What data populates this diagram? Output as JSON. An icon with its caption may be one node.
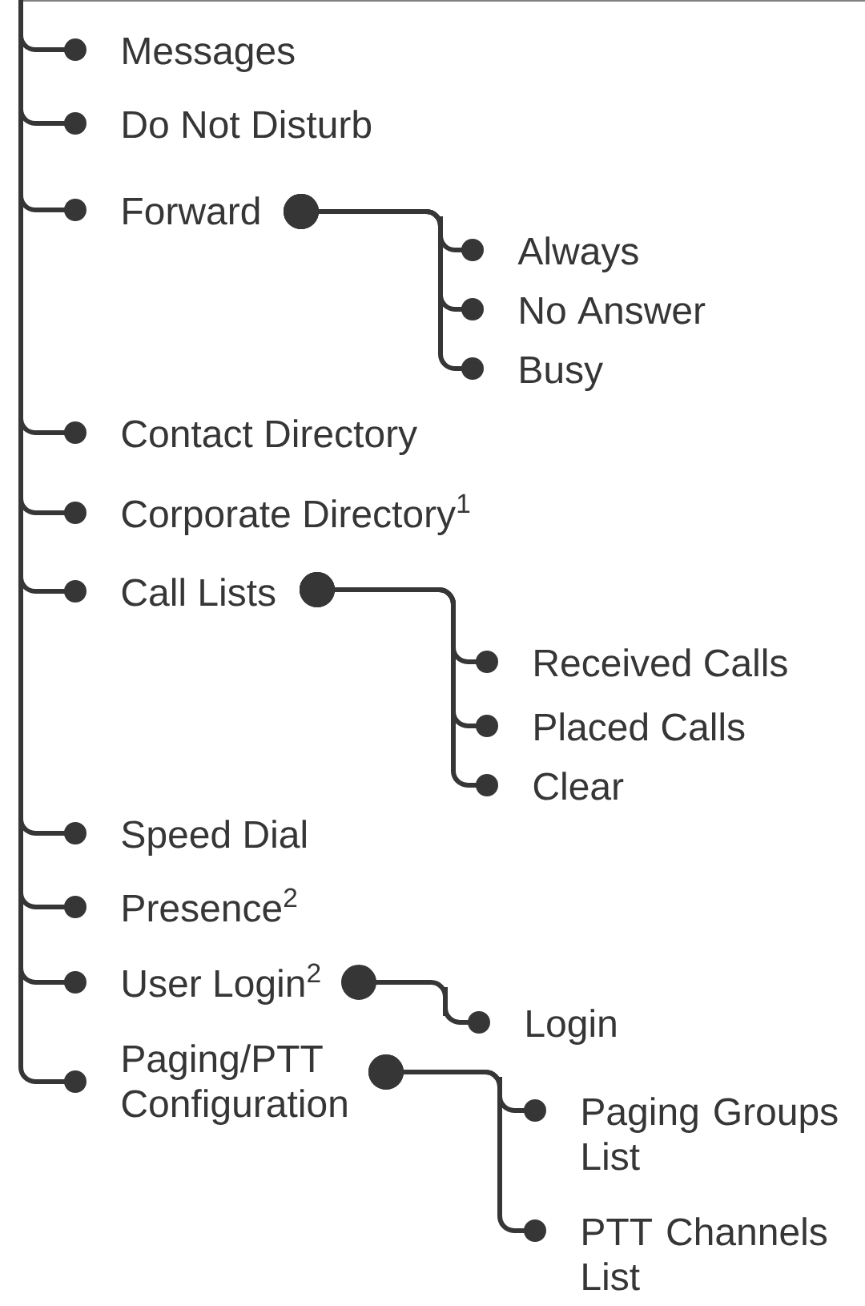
{
  "diagram": {
    "nodes": [
      {
        "text": [
          "Messages"
        ]
      },
      {
        "text": [
          "Do Not Disturb"
        ]
      },
      {
        "text": [
          "Forward"
        ]
      },
      {
        "text": [
          "Always"
        ]
      },
      {
        "text": [
          "No Answer"
        ]
      },
      {
        "text": [
          "Busy"
        ]
      },
      {
        "text": [
          "Contact Directory"
        ]
      },
      {
        "text": [
          "Corporate Directory$^{1}$"
        ]
      },
      {
        "text": [
          "Call Lists"
        ]
      },
      {
        "text": [
          "Received Calls"
        ]
      },
      {
        "text": [
          "Placed Calls"
        ]
      },
      {
        "text": [
          "Clear"
        ]
      },
      {
        "text": [
          "Speed Dial"
        ]
      },
      {
        "text": [
          "Presence$^{2}$"
        ]
      },
      {
        "text": [
          "User Login$^{2}$"
        ]
      },
      {
        "text": [
          "Login"
        ]
      },
      {
        "text": [
          "Paging/PTT Configuration"
        ]
      },
      {
        "text": [
          "Paging Groups List"
        ]
      },
      {
        "text": [
          "PTT Channels List"
        ]
      }
    ],
    "edges": [
      {
        "from": null,
        "to": 0,
        "arrow": "other"
      },
      {
        "from": null,
        "to": 1,
        "arrow": "other"
      },
      {
        "from": null,
        "to": 2,
        "arrow": "other"
      },
      {
        "from": 2,
        "to": 3,
        "arrow": "other"
      },
      {
        "from": 2,
        "to": 4,
        "arrow": "other"
      },
      {
        "from": 2,
        "to": 5,
        "arrow": "other"
      },
      {
        "from": null,
        "to": 6,
        "arrow": "other"
      },
      {
        "from": null,
        "to": 7,
        "arrow": "other"
      },
      {
        "from": null,
        "to": 8,
        "arrow": "other"
      },
      {
        "from": 8,
        "to": 9,
        "arrow": "other"
      },
      {
        "from": 8,
        "to": 10,
        "arrow": "other"
      },
      {
        "from": 8,
        "to": 11,
        "arrow": "other"
      },
      {
        "from": null,
        "to": 12,
        "arrow": "other"
      },
      {
        "from": null,
        "to": 13,
        "arrow": "other"
      },
      {
        "from": null,
        "to": 14,
        "arrow": "other"
      },
      {
        "from": 14,
        "to": 15,
        "arrow": "other"
      },
      {
        "from": null,
        "to": 16,
        "arrow": "other"
      },
      {
        "from": 16,
        "to": 17,
        "arrow": "other"
      },
      {
        "from": 16,
        "to": 18,
        "arrow": "other"
      }
    ]
  }
}
